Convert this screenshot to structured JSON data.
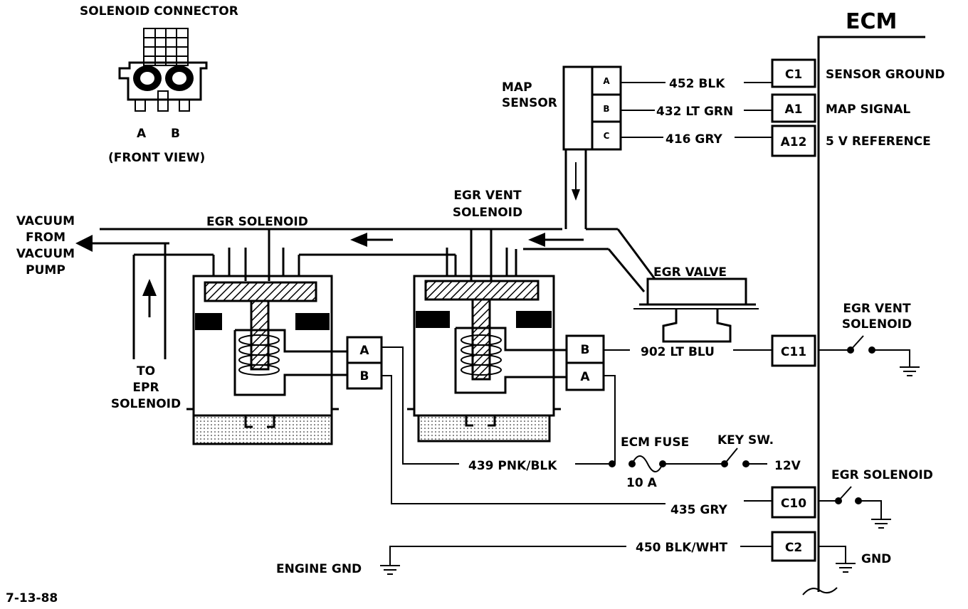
{
  "diagram": {
    "connector": {
      "title": "SOLENOID CONNECTOR",
      "pin_a": "A",
      "pin_b": "B",
      "view": "(FRONT VIEW)"
    },
    "vacuum_from_pump": [
      "VACUUM",
      "FROM",
      "VACUUM",
      "PUMP"
    ],
    "to_epr": [
      "TO",
      "EPR",
      "SOLENOID"
    ],
    "egr_solenoid_label": "EGR SOLENOID",
    "egr_vent_solenoid_label": [
      "EGR VENT",
      "SOLENOID"
    ],
    "map_sensor": {
      "label": [
        "MAP",
        "SENSOR"
      ],
      "pins": [
        "A",
        "B",
        "C"
      ]
    },
    "egr_valve_label": "EGR VALVE",
    "ecm": {
      "title": "ECM",
      "pins": [
        {
          "pin": "C1",
          "wire": "452 BLK",
          "function": "SENSOR GROUND"
        },
        {
          "pin": "A1",
          "wire": "432 LT GRN",
          "function": "MAP SIGNAL"
        },
        {
          "pin": "A12",
          "wire": "416 GRY",
          "function": "5 V REFERENCE"
        },
        {
          "pin": "C11",
          "wire": "902 LT BLU",
          "function": ""
        },
        {
          "pin": "C10",
          "wire": "435 GRY",
          "function": ""
        },
        {
          "pin": "C2",
          "wire": "450 BLK/WHT",
          "function": ""
        }
      ]
    },
    "egr_solenoid_pins": [
      "A",
      "B"
    ],
    "vent_solenoid_pins": [
      "B",
      "A"
    ],
    "power_wire": "439 PNK/BLK",
    "ecm_fuse": "ECM FUSE",
    "fuse_rating": "10 A",
    "key_switch": "KEY SW.",
    "supply": "12V",
    "internal_vent_switch": [
      "EGR VENT",
      "SOLENOID"
    ],
    "internal_egr_switch": "EGR SOLENOID",
    "gnd": "GND",
    "engine_gnd": "ENGINE GND",
    "figure_id": "7-13-88"
  }
}
